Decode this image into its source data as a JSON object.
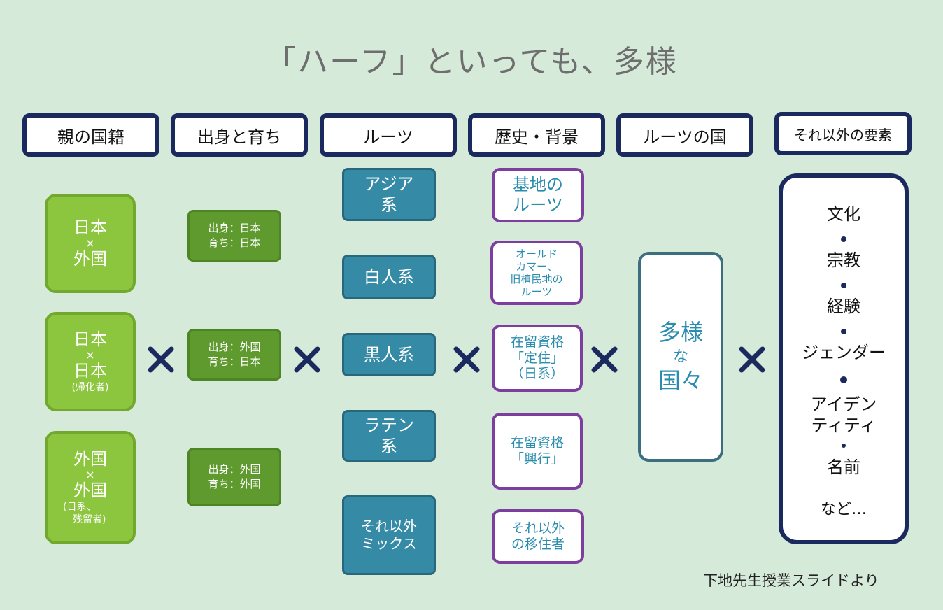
{
  "title": "「ハーフ」といっても、多様",
  "headers": {
    "parents": "親の国籍",
    "birth": "出身と育ち",
    "roots": "ルーツ",
    "history": "歴史・背景",
    "root_country": "ルーツの国",
    "other": "それ以外の要素"
  },
  "parents": [
    {
      "line1": "日本",
      "x": "×",
      "line2": "外国"
    },
    {
      "line1": "日本",
      "x": "×",
      "line2": "日本",
      "note": "(帰化者)"
    },
    {
      "line1": "外国",
      "x": "×",
      "line2": "外国",
      "note1": "(日系、",
      "note2": "残留者)"
    }
  ],
  "birth": [
    {
      "line1": "出身：日本",
      "line2": "育ち：日本"
    },
    {
      "line1": "出身：外国",
      "line2": "育ち：日本"
    },
    {
      "line1": "出身：外国",
      "line2": "育ち：外国"
    }
  ],
  "roots": [
    {
      "line1": "アジア",
      "line2": "系"
    },
    {
      "line1": "白人系"
    },
    {
      "line1": "黒人系"
    },
    {
      "line1": "ラテン",
      "line2": "系"
    },
    {
      "line1": "それ以外",
      "line2": "ミックス"
    }
  ],
  "history": [
    {
      "lines": [
        "基地の",
        "ルーツ"
      ]
    },
    {
      "lines": [
        "オールド",
        "カマー、",
        "旧植民地の",
        "ルーツ"
      ]
    },
    {
      "lines": [
        "在留資格",
        "「定住」",
        "（日系）"
      ]
    },
    {
      "lines": [
        "在留資格",
        "「興行」"
      ]
    },
    {
      "lines": [
        "それ以外",
        "の移住者"
      ]
    }
  ],
  "root_country": {
    "line1": "多様",
    "line2": "な",
    "line3": "国々"
  },
  "other_items": [
    "文化",
    "宗教",
    "経験",
    "ジェンダー",
    "アイデン",
    "ティティ",
    "名前",
    "など…"
  ],
  "operator": "×",
  "credit": "下地先生授業スライドより",
  "colors": {
    "background": "#d6eada",
    "header_border": "#1b2a5e",
    "parent_fill": "#8cc63f",
    "birth_fill": "#5e9a2e",
    "roots_fill": "#358aa6",
    "history_border": "#7d3ea0",
    "history_text": "#2a8cae"
  }
}
